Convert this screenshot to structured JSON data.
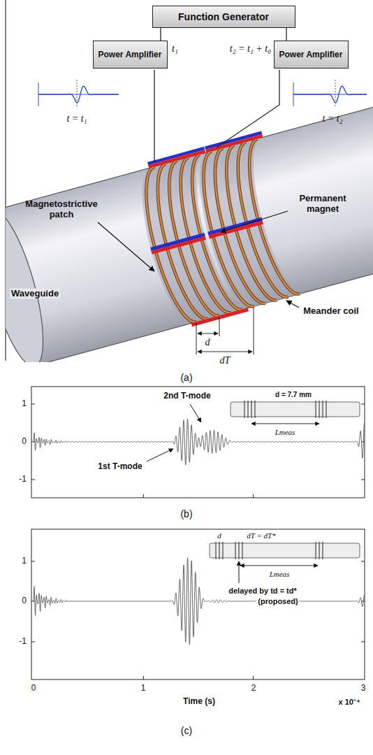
{
  "diagram": {
    "nodes": [
      {
        "text": [
          "Function Generator"
        ]
      },
      {
        "text": [
          "Power Amplifier"
        ]
      },
      {
        "text": [
          "Power Amplifier"
        ]
      }
    ],
    "edges": [
      {
        "from": 0,
        "to": 1,
        "arrow": "none",
        "label": "t₁"
      },
      {
        "from": 0,
        "to": 2,
        "arrow": "none",
        "label": "t₂ = t₁ + t₀"
      }
    ],
    "labels": [
      "t = t₁",
      "t = t₂",
      "Magnetostrictive patch",
      "Permanent magnet",
      "Waveguide",
      "Meander coil",
      "d",
      "dT",
      "(a)",
      "1",
      "0",
      "-1",
      "2nd T-mode",
      "1st T-mode",
      "d = 7.7 mm",
      "Lmeas",
      "(b)",
      "1",
      "0",
      "-1",
      "d",
      "dT = dT*",
      "Lmeas",
      "delayed by td = td*",
      "(proposed)",
      "0",
      "1",
      "2",
      "3",
      "Time (s)",
      "x 10⁻⁴",
      "(c)"
    ]
  }
}
